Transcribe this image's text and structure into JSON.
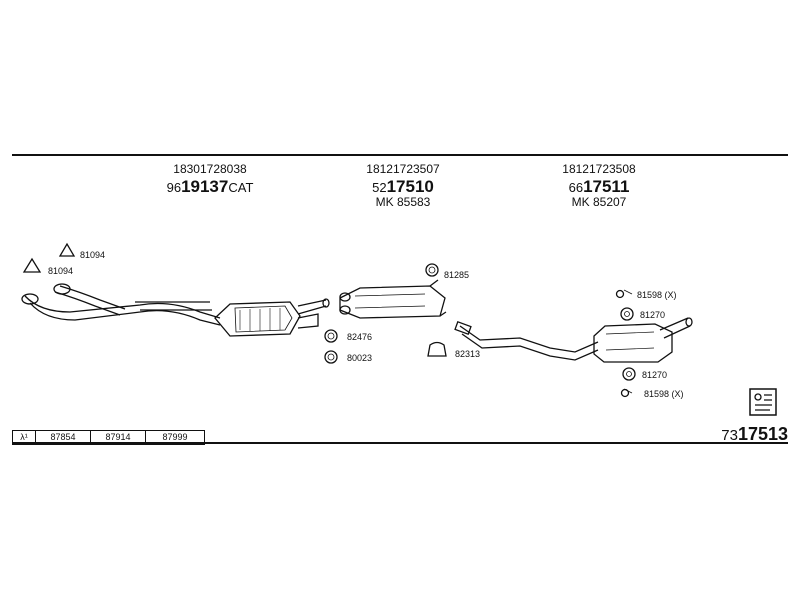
{
  "headers": [
    {
      "oem": "18301728038",
      "prefix": "96",
      "number": "19137",
      "suffix": "CAT",
      "mk": ""
    },
    {
      "oem": "18121723507",
      "prefix": "52",
      "number": "17510",
      "suffix": "",
      "mk": "MK  85583"
    },
    {
      "oem": "18121723508",
      "prefix": "66",
      "number": "17511",
      "suffix": "",
      "mk": "MK  85207"
    }
  ],
  "part_labels": {
    "p81094_a": "81094",
    "p81094_b": "81094",
    "p81285": "81285",
    "p82476": "82476",
    "p80023": "80023",
    "p82313": "82313",
    "p81598_a": "81598 (X)",
    "p81270_a": "81270",
    "p81270_b": "81270",
    "p81598_b": "81598 (X)"
  },
  "sensor_table": {
    "symbol": "λ¹",
    "values": [
      "87854",
      "87914",
      "87999"
    ]
  },
  "final": {
    "prefix": "73",
    "number": "17513"
  }
}
